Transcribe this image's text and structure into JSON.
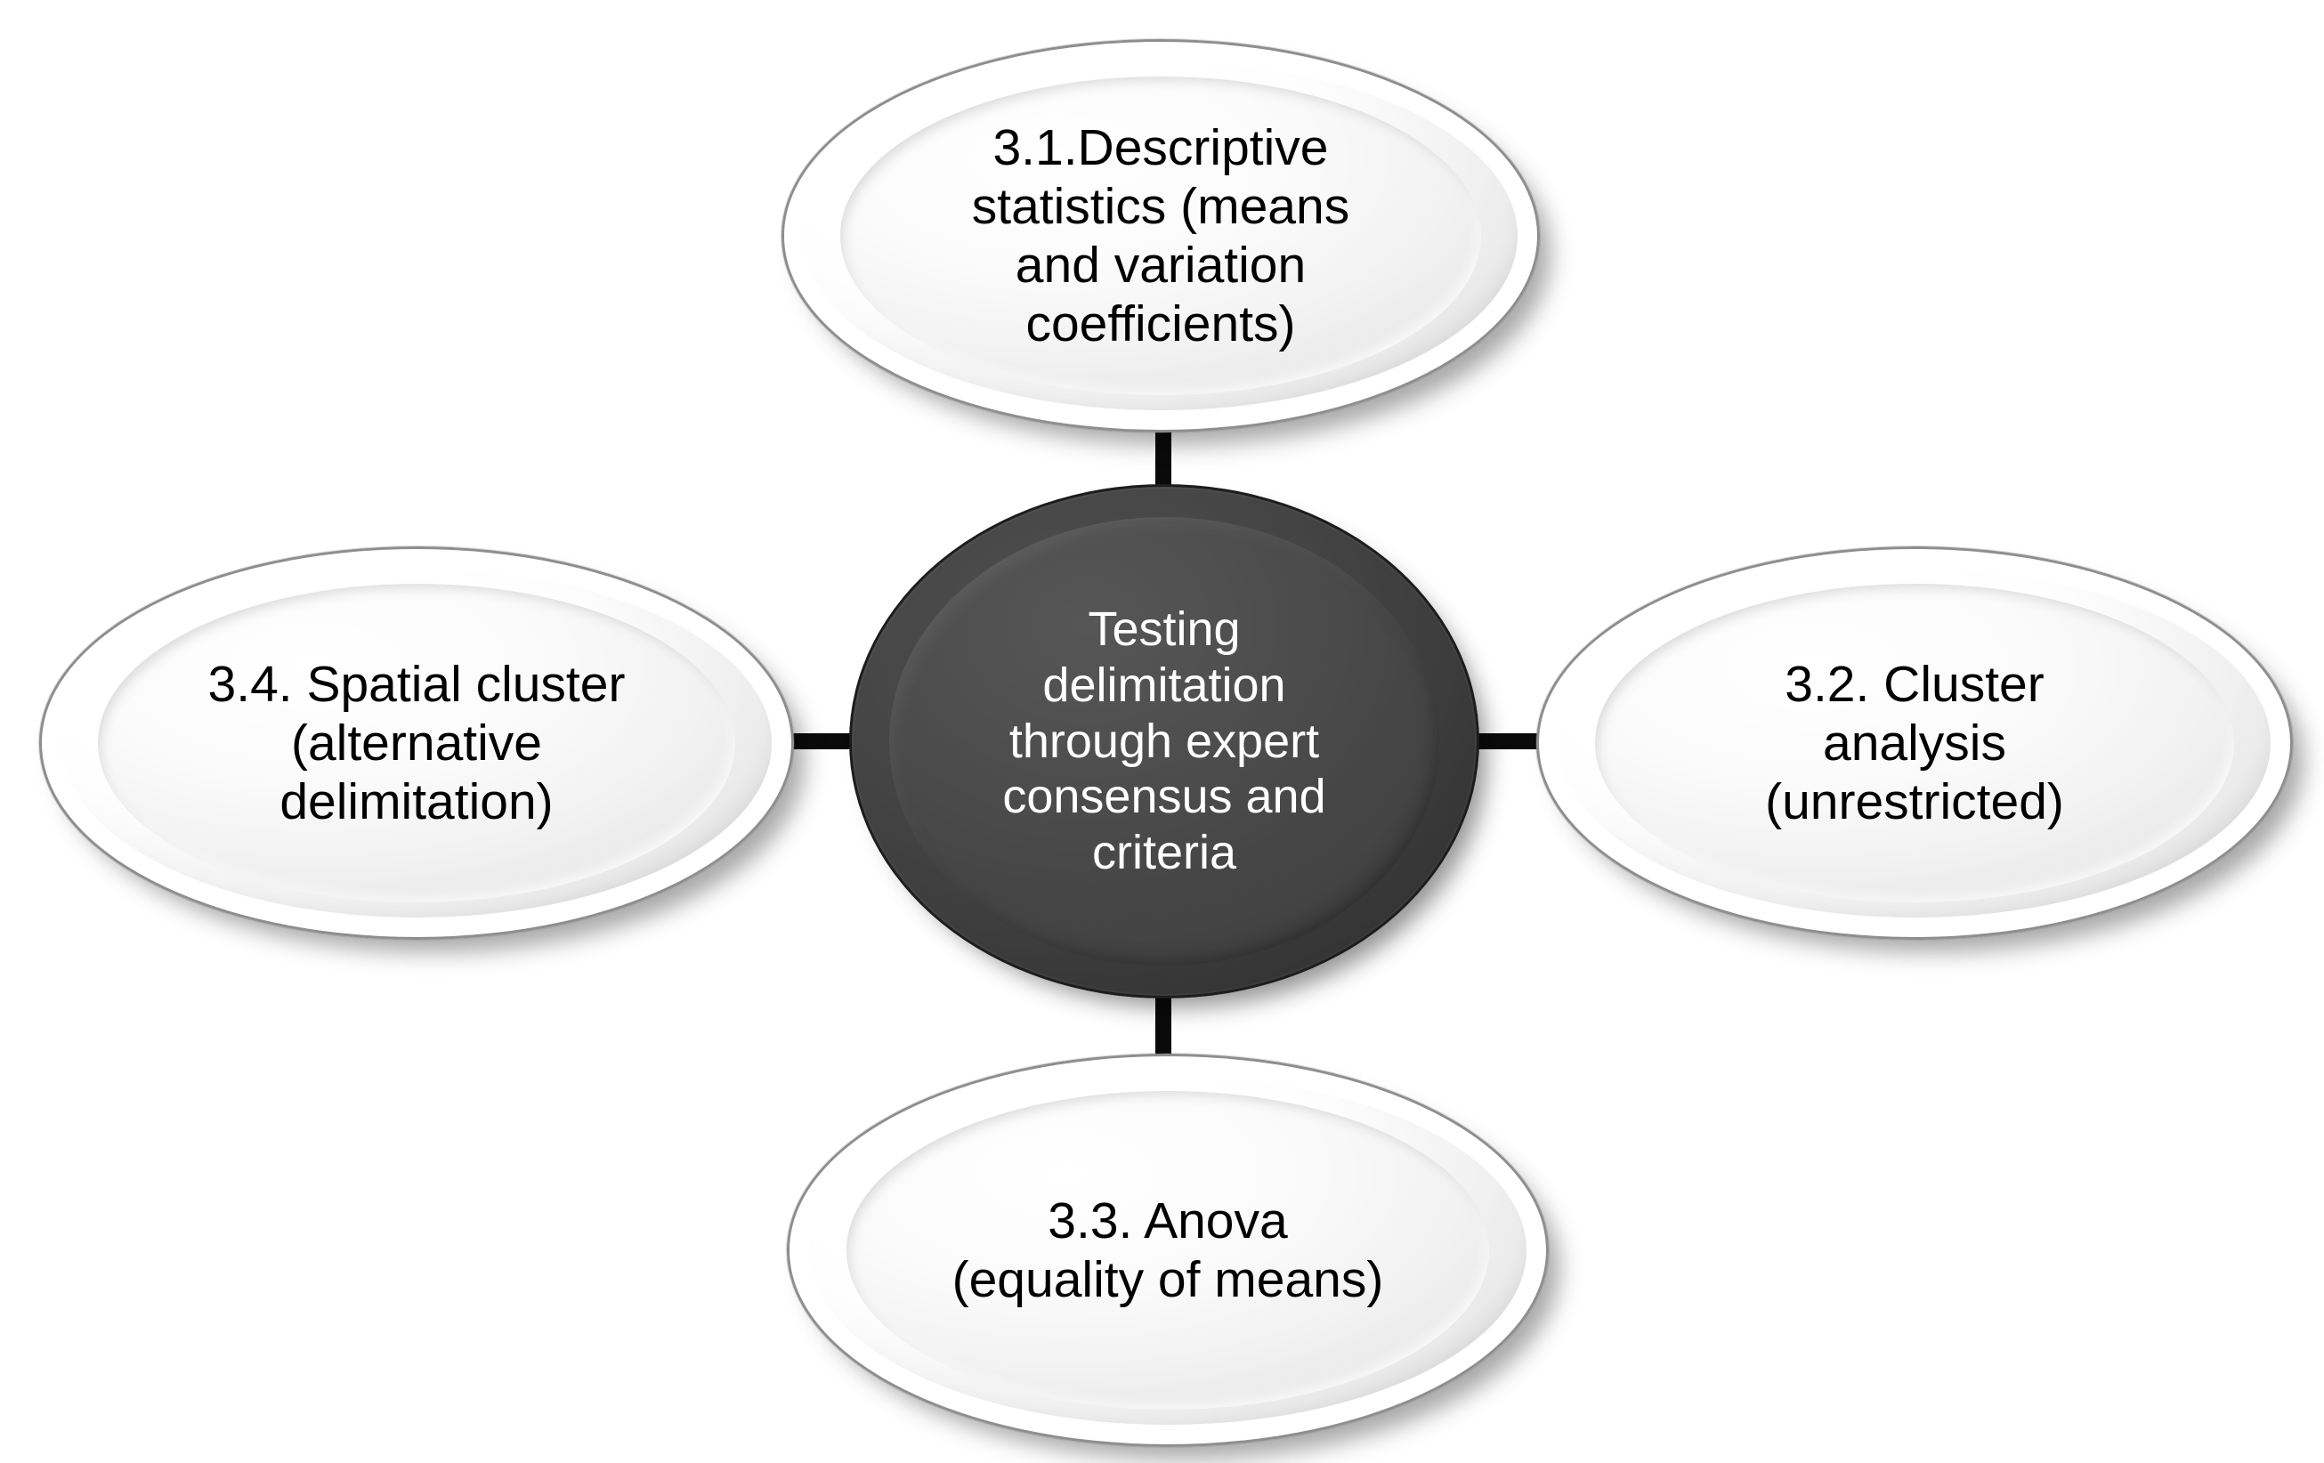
{
  "diagram": {
    "type": "radial-hub-and-spoke",
    "background_color": "#ffffff",
    "center": {
      "id": "center",
      "label": "Testing\ndelimitation\nthrough expert\nconsensus and\ncriteria",
      "text_color": "#ffffff",
      "fill_color": "#454545",
      "border_color": "#1d1d1d"
    },
    "nodes": [
      {
        "id": "top",
        "position": "top",
        "number": "3.1.",
        "label": "3.1.Descriptive\nstatistics (means\nand variation\ncoefficients)",
        "text_color": "#000000",
        "fill_color": "#f4f4f4",
        "border_color": "#8e8e8e"
      },
      {
        "id": "right",
        "position": "right",
        "number": "3.2.",
        "label": "3.2. Cluster\nanalysis\n(unrestricted)",
        "text_color": "#000000",
        "fill_color": "#f4f4f4",
        "border_color": "#8e8e8e"
      },
      {
        "id": "bottom",
        "position": "bottom",
        "number": "3.3.",
        "label": "3.3. Anova\n(equality of means)",
        "text_color": "#000000",
        "fill_color": "#f4f4f4",
        "border_color": "#8e8e8e"
      },
      {
        "id": "left",
        "position": "left",
        "number": "3.4.",
        "label": "3.4. Spatial cluster\n(alternative\ndelimitation)",
        "text_color": "#000000",
        "fill_color": "#f4f4f4",
        "border_color": "#8e8e8e"
      }
    ],
    "connectors": [
      {
        "id": "connector-top",
        "from": "center",
        "to": "top",
        "orientation": "vertical",
        "color": "#0a0a0a"
      },
      {
        "id": "connector-right",
        "from": "center",
        "to": "right",
        "orientation": "horizontal",
        "color": "#0a0a0a"
      },
      {
        "id": "connector-bottom",
        "from": "center",
        "to": "bottom",
        "orientation": "vertical",
        "color": "#0a0a0a"
      },
      {
        "id": "connector-left",
        "from": "center",
        "to": "left",
        "orientation": "horizontal",
        "color": "#0a0a0a"
      }
    ]
  }
}
